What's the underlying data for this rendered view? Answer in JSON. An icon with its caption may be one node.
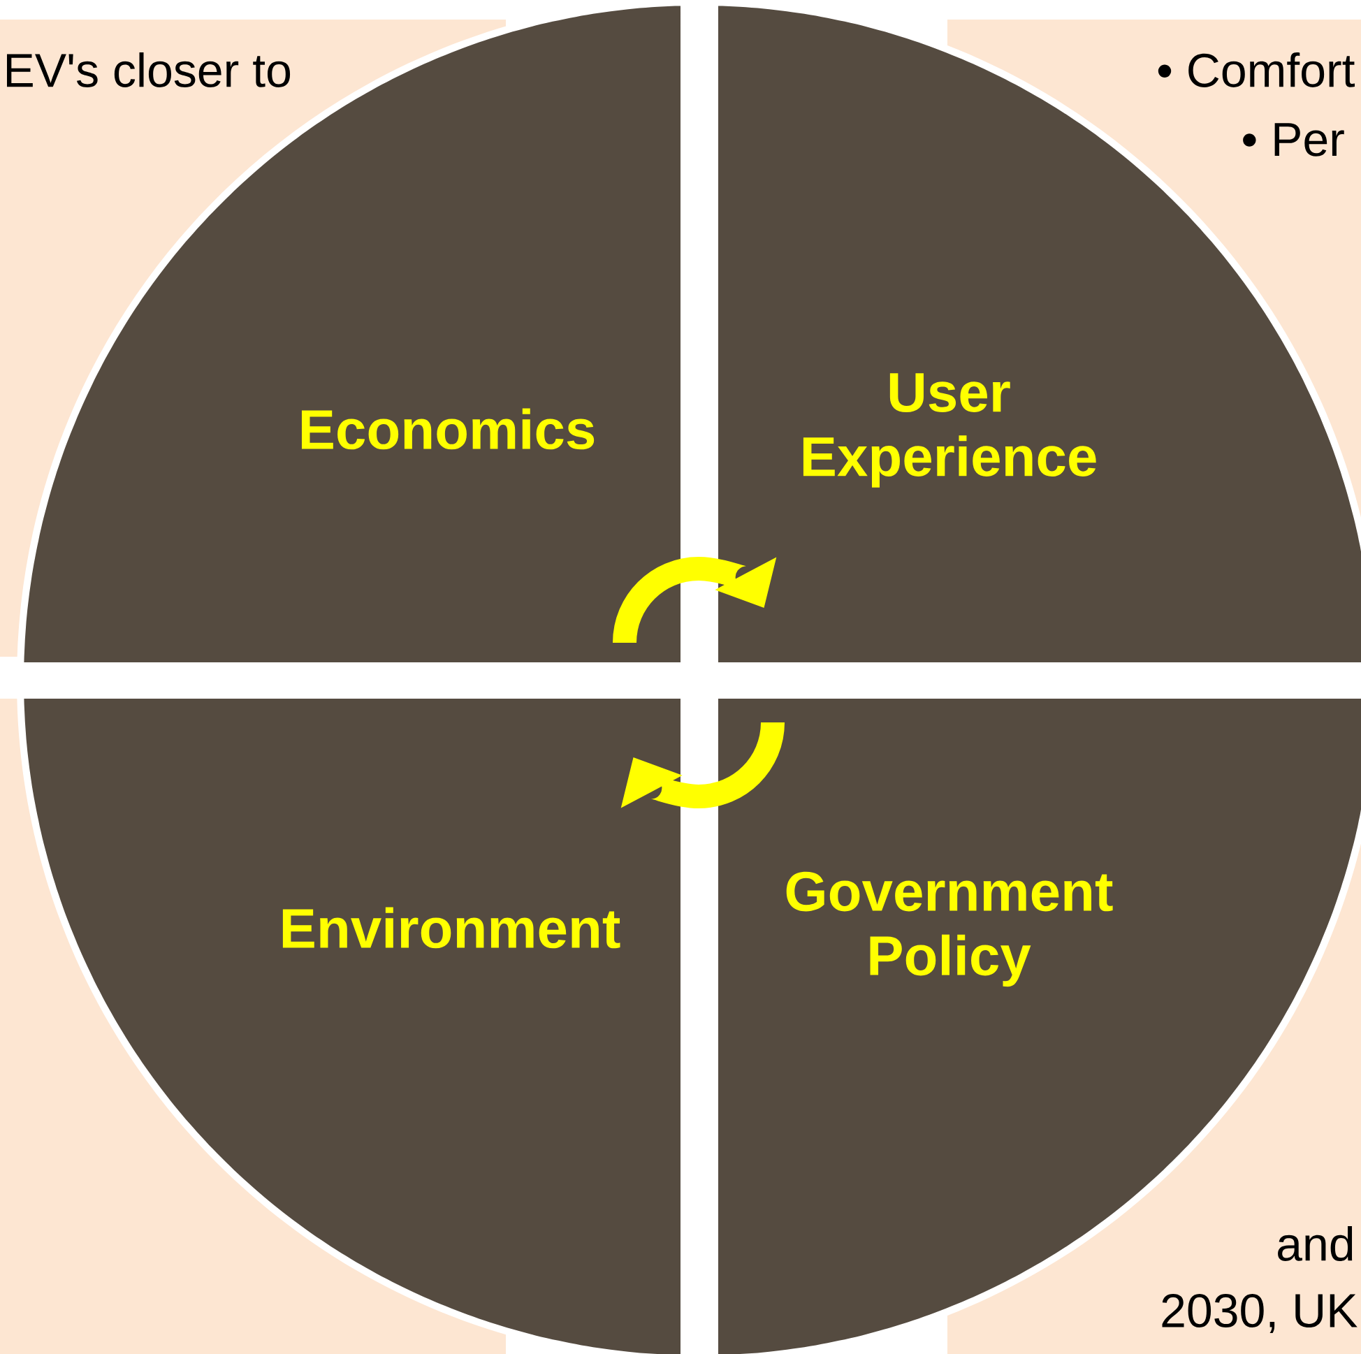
{
  "diagram": {
    "nodes": [
      {
        "text": [
          "Economics"
        ]
      },
      {
        "text": [
          "User Experience"
        ]
      },
      {
        "text": [
          "Environment"
        ]
      },
      {
        "text": [
          "Government Policy"
        ]
      }
    ],
    "labels": [
      "EV's closer to",
      "• Comfort",
      "• Per",
      "and",
      "2030, UK"
    ]
  }
}
